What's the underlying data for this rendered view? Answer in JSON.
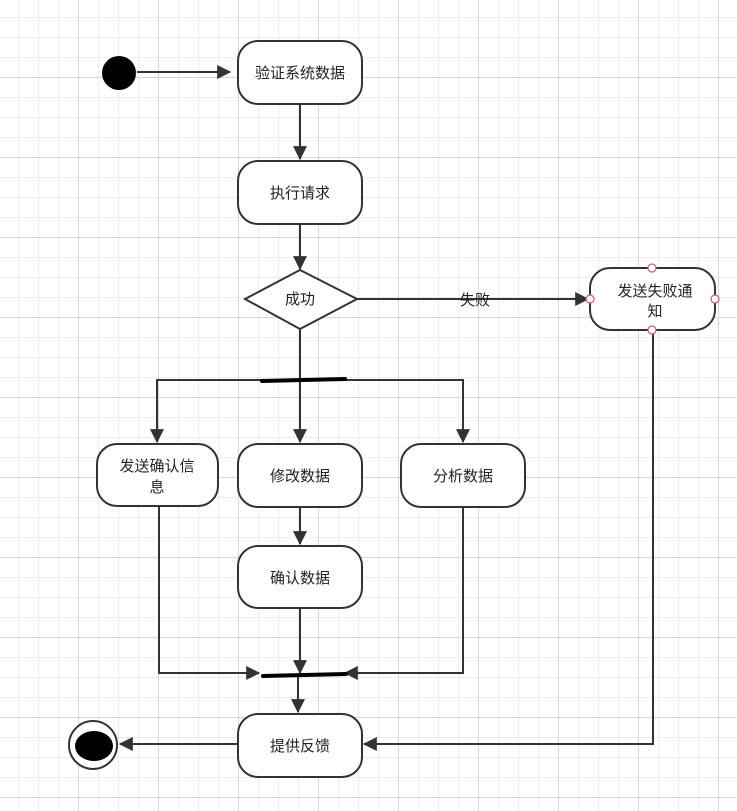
{
  "diagram": {
    "nodes": {
      "verify": "验证系统数据",
      "execute": "执行请求",
      "decision": "成功",
      "fail_notice_l1": "发送失败通",
      "fail_notice_l2": "知",
      "confirm_msg_l1": "发送确认信",
      "confirm_msg_l2": "息",
      "modify": "修改数据",
      "analyze": "分析数据",
      "confirm_data": "确认数据",
      "feedback": "提供反馈"
    },
    "edges": {
      "fail_label": "失败"
    },
    "colors": {
      "stroke": "#333333",
      "fill": "#ffffff",
      "start_node": "#000000",
      "anchor_point": "#c0606a"
    }
  }
}
